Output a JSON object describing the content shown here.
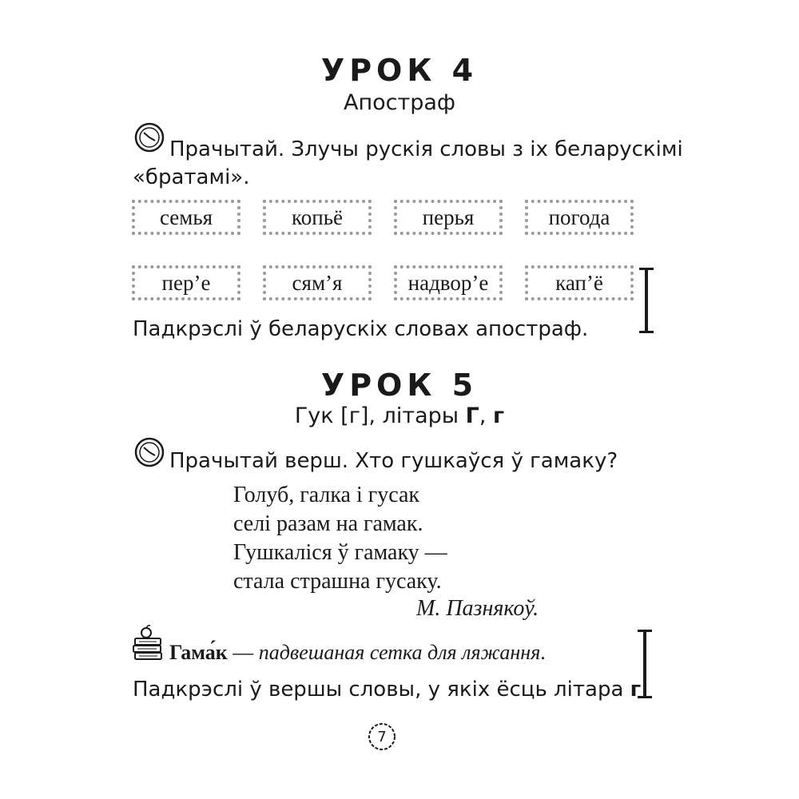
{
  "lesson4": {
    "title": "УРОК 4",
    "subtitle": "Апостраф",
    "task1_line1": "Прачытай. Злучы рускія словы з іх беларускімі",
    "task1_line2": "«братамі».",
    "russian_words": [
      "семья",
      "копьё",
      "перья",
      "погода"
    ],
    "belarusian_words": [
      "пер’е",
      "сям’я",
      "надвор’е",
      "кап’ё"
    ],
    "task2": "Падкрэслі ў беларускіх словах апостраф."
  },
  "lesson5": {
    "title": "УРОК 5",
    "subtitle_prefix": "Гук [г], літары ",
    "subtitle_upper": "Г",
    "subtitle_sep": ", ",
    "subtitle_lower": "г",
    "task1": "Прачытай верш. Хто гушкаўся ў гамаку?",
    "poem": [
      "Голуб, галка і гусак",
      "селі разам на гамак.",
      "Гушкаліся ў гамаку —",
      "стала страшна гусаку."
    ],
    "author": "М. Пазнякоў.",
    "gloss_term": "Гама́к",
    "gloss_dash": " — ",
    "gloss_definition": "падвешаная сетка для ляжання",
    "gloss_end": ".",
    "task2_prefix": "Падкрэслі ў вершы словы, у якіх ёсць літара ",
    "task2_letter": "г",
    "task2_end": "."
  },
  "page_number": "7",
  "icons": {
    "clock": "clock-icon",
    "books_apple": "books-apple-icon"
  }
}
